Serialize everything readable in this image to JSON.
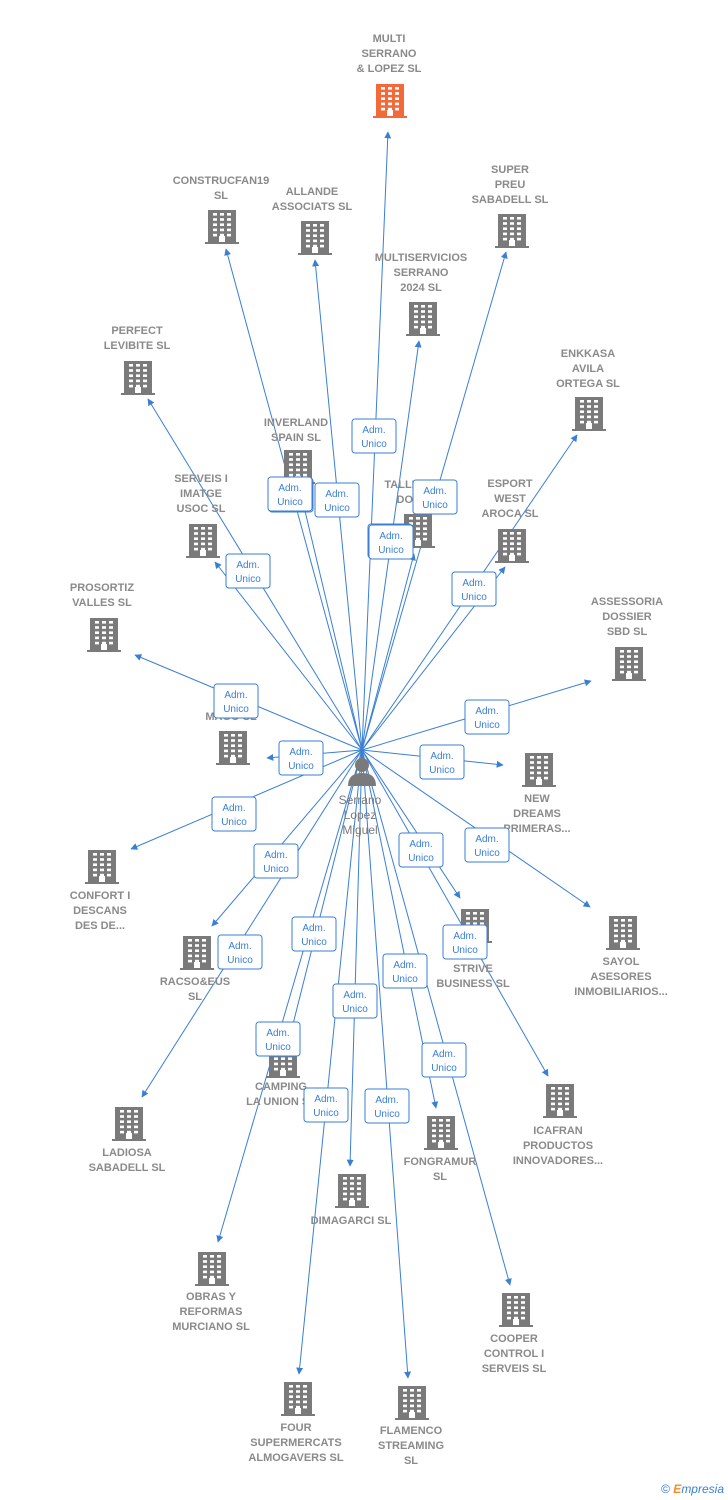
{
  "center": {
    "name": [
      "Serrano",
      "Lopez",
      "Miguel"
    ]
  },
  "role_label": [
    "Adm.",
    "Unico"
  ],
  "colors": {
    "edge": "#3a7fd5",
    "building": "#7a7a7a",
    "highlight": "#f26a3a"
  },
  "companies": [
    {
      "id": "multi",
      "name": [
        "MULTI",
        "SERRANO",
        "& LOPEZ SL"
      ],
      "highlight": true
    },
    {
      "id": "construcfan19",
      "name": [
        "CONSTRUCFAN19",
        "SL"
      ]
    },
    {
      "id": "allande",
      "name": [
        "ALLANDE",
        "ASSOCIATS SL"
      ]
    },
    {
      "id": "super-preu",
      "name": [
        "SUPER",
        "PREU",
        "SABADELL SL"
      ]
    },
    {
      "id": "multiservicios",
      "name": [
        "MULTISERVICIOS",
        "SERRANO",
        "2024 SL"
      ]
    },
    {
      "id": "perfect",
      "name": [
        "PERFECT",
        "LEVIBITE SL"
      ]
    },
    {
      "id": "enkkasa",
      "name": [
        "ENKKASA",
        "AVILA",
        "ORTEGA SL"
      ]
    },
    {
      "id": "inverland",
      "name": [
        "INVERLAND",
        "SPAIN SL"
      ]
    },
    {
      "id": "talleres",
      "name": [
        "TALLERES",
        "DORO"
      ]
    },
    {
      "id": "esport",
      "name": [
        "ESPORT",
        "WEST",
        "AROCA SL"
      ]
    },
    {
      "id": "serveis",
      "name": [
        "SERVEIS I",
        "IMATGE",
        "USOC SL"
      ]
    },
    {
      "id": "prosortiz",
      "name": [
        "PROSORTIZ",
        "VALLES SL"
      ]
    },
    {
      "id": "assessoria",
      "name": [
        "ASSESSORIA",
        "DOSSIER",
        "SBD SL"
      ]
    },
    {
      "id": "home",
      "name": [
        "HOME",
        "MAGO SL"
      ]
    },
    {
      "id": "new-dreams",
      "name": [
        "NEW",
        "DREAMS",
        "PRIMERAS..."
      ]
    },
    {
      "id": "confort",
      "name": [
        "CONFORT I",
        "DESCANS",
        "DES DE..."
      ]
    },
    {
      "id": "sayol",
      "name": [
        "SAYOL",
        "ASESORES",
        "INMOBILIARIOS..."
      ]
    },
    {
      "id": "racso",
      "name": [
        "RACSO&EUS",
        "SL"
      ]
    },
    {
      "id": "strive",
      "name": [
        "STRIVE",
        "BUSINESS SL"
      ]
    },
    {
      "id": "camping",
      "name": [
        "CAMPING",
        "LA UNION SL"
      ]
    },
    {
      "id": "ladiosa",
      "name": [
        "LADIOSA",
        "SABADELL SL"
      ]
    },
    {
      "id": "icafran",
      "name": [
        "ICAFRAN",
        "PRODUCTOS",
        "INNOVADORES..."
      ]
    },
    {
      "id": "fongramur",
      "name": [
        "FONGRAMUR",
        "SL"
      ]
    },
    {
      "id": "dimagarci",
      "name": [
        "DIMAGARCI SL"
      ]
    },
    {
      "id": "obras",
      "name": [
        "OBRAS Y",
        "REFORMAS",
        "MURCIANO SL"
      ]
    },
    {
      "id": "cooper",
      "name": [
        "COOPER",
        "CONTROL I",
        "SERVEIS SL"
      ]
    },
    {
      "id": "four",
      "name": [
        "FOUR",
        "SUPERMERCATS",
        "ALMOGAVERS SL"
      ]
    },
    {
      "id": "flamenco",
      "name": [
        "FLAMENCO",
        "STREAMING",
        "SL"
      ]
    }
  ],
  "footer": {
    "copyright": "©",
    "brand_first": "E",
    "brand_rest": "mpresia"
  }
}
